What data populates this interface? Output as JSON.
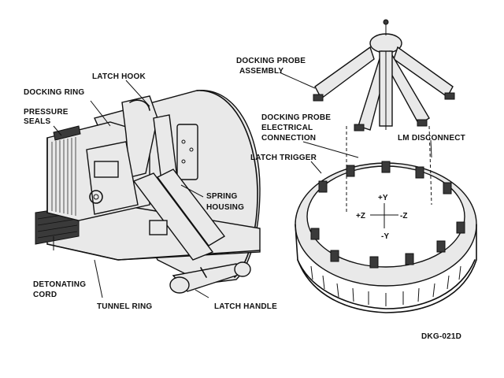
{
  "labels": {
    "docking_ring": "DOCKING RING",
    "latch_hook": "LATCH HOOK",
    "pressure_seals_1": "PRESSURE",
    "pressure_seals_2": "SEALS",
    "spring_housing_1": "SPRING",
    "spring_housing_2": "HOUSING",
    "detonating_cord_1": "DETONATING",
    "detonating_cord_2": "CORD",
    "tunnel_ring": "TUNNEL RING",
    "latch_handle": "LATCH HANDLE",
    "probe_assembly_1": "DOCKING PROBE",
    "probe_assembly_2": "ASSEMBLY",
    "probe_elec_1": "DOCKING PROBE",
    "probe_elec_2": "ELECTRICAL",
    "probe_elec_3": "CONNECTION",
    "lm_disconnect": "LM DISCONNECT",
    "latch_trigger": "LATCH TRIGGER",
    "figure_id": "DKG-021D"
  },
  "axes": {
    "plus_y": "+Y",
    "minus_y": "-Y",
    "plus_z": "+Z",
    "minus_z": "-Z"
  }
}
